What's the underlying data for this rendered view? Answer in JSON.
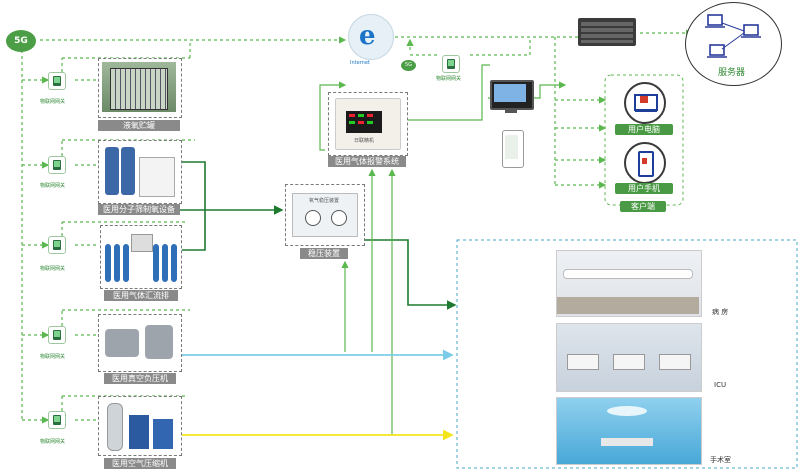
{
  "top": {
    "fiveg_main": "5G",
    "fiveg_small": "5G",
    "internet_label": "Internet",
    "gateway_top_label": "物联网网关"
  },
  "left_gateways": [
    "物联网网关",
    "物联网网关",
    "物联网网关",
    "物联网网关",
    "物联网网关"
  ],
  "equipment": [
    "液氧贮罐",
    "医用分子筛制氧设备",
    "医用气体汇流排",
    "医用真空负压机",
    "医用空气压缩机"
  ],
  "alarm_system": {
    "label": "医用气体报警系统",
    "brand": "日联精机"
  },
  "pressure_device": {
    "label": "稳压装置",
    "panel_title": "氧气稳压装置"
  },
  "server_label": "服务器",
  "client": {
    "pc_label": "用户电脑",
    "phone_label": "用户手机",
    "group_label": "客户端"
  },
  "rooms": [
    "病 房",
    "ICU",
    "手术室"
  ],
  "colors": {
    "network": "#5bb84f",
    "oxygen": "#1e7a2e",
    "vacuum": "#7ccbe8",
    "air": "#f2e51b",
    "dashed_box": "#4aa8c8"
  }
}
